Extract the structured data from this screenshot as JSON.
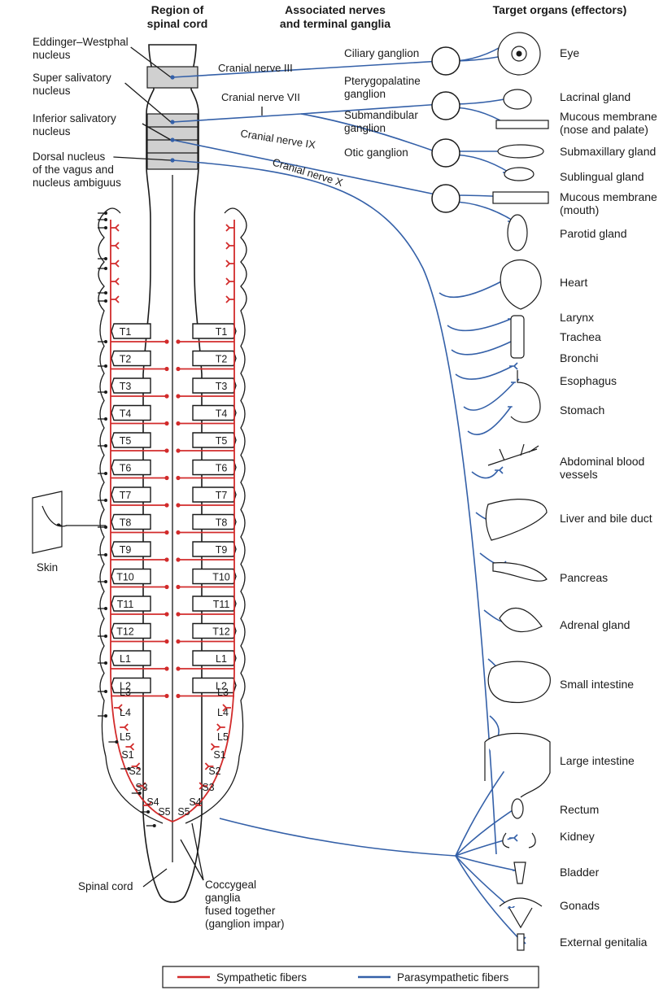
{
  "headers": {
    "region": [
      "Region of",
      "spinal cord"
    ],
    "nerves": [
      "Associated nerves",
      "and terminal ganglia"
    ],
    "targets": "Target organs (effectors)"
  },
  "nuclei": [
    [
      "Eddinger–Westphal",
      "nucleus"
    ],
    [
      "Super salivatory",
      "nucleus"
    ],
    [
      "Inferior salivatory",
      "nucleus"
    ],
    [
      "Dorsal nucleus",
      "of the vagus and",
      "nucleus ambiguus"
    ]
  ],
  "cranial_nerves": [
    "Cranial nerve III",
    "Cranial nerve VII",
    "Cranial nerve IX",
    "Cranial nerve X"
  ],
  "ganglia": [
    [
      "Ciliary ganglion"
    ],
    [
      "Pterygopalatine",
      "ganglion"
    ],
    [
      "Submandibular",
      "ganglion"
    ],
    [
      "Otic ganglion"
    ]
  ],
  "segments_boxed": [
    "T1",
    "T2",
    "T3",
    "T4",
    "T5",
    "T6",
    "T7",
    "T8",
    "T9",
    "T10",
    "T11",
    "T12",
    "L1",
    "L2"
  ],
  "segments_lower": [
    "L3",
    "L4",
    "L5",
    "S1",
    "S2",
    "S3",
    "S4",
    "S5"
  ],
  "organs": [
    [
      "Eye"
    ],
    [
      "Lacrinal gland"
    ],
    [
      "Mucous membrane",
      "(nose and palate)"
    ],
    [
      "Submaxillary gland"
    ],
    [
      "Sublingual gland"
    ],
    [
      "Mucous membrane",
      "(mouth)"
    ],
    [
      "Parotid gland"
    ],
    [
      "Heart"
    ],
    [
      "Larynx"
    ],
    [
      "Trachea"
    ],
    [
      "Bronchi"
    ],
    [
      "Esophagus"
    ],
    [
      "Stomach"
    ],
    [
      "Abdominal blood",
      "vessels"
    ],
    [
      "Liver and bile duct"
    ],
    [
      "Pancreas"
    ],
    [
      "Adrenal gland"
    ],
    [
      "Small intestine"
    ],
    [
      "Large intestine"
    ],
    [
      "Rectum"
    ],
    [
      "Kidney"
    ],
    [
      "Bladder"
    ],
    [
      "Gonads"
    ],
    [
      "External genitalia"
    ]
  ],
  "skin_label": "Skin",
  "spinal_cord_label": "Spinal cord",
  "coccygeal_label": [
    "Coccygeal",
    "ganglia",
    "fused together",
    "(ganglion impar)"
  ],
  "legend": {
    "sympathetic": "Sympathetic fibers",
    "parasympathetic": "Parasympathetic fibers",
    "sympathetic_color": "#d22b2b",
    "parasympathetic_color": "#3460a8"
  }
}
